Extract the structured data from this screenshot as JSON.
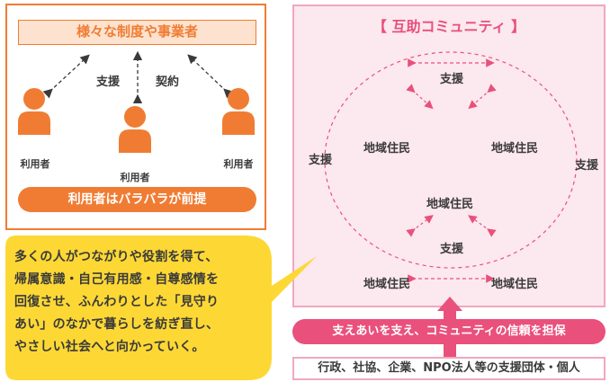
{
  "left": {
    "title": "様々な制度や事業者",
    "support_label": "支援",
    "contract_label": "契約",
    "users": [
      "利用者",
      "利用者",
      "利用者"
    ],
    "bottom_label": "利用者はバラバラが前提"
  },
  "speech_bubble": {
    "lines": [
      "多くの人がつながりや役割を得て、",
      "帰属意識・自己有用感・自尊感情を",
      "回復させ、ふんわりとした「見守り",
      "あい」のなかで暮らしを紡ぎ直し、",
      "やさしい社会へと向かっていく。"
    ]
  },
  "right": {
    "title": "【 互助コミュニティ 】",
    "residents": [
      "地域住民",
      "地域住民",
      "地域住民",
      "地域住民",
      "地域住民"
    ],
    "support_top": "支援",
    "support_bottom": "支援",
    "support_left": "支援",
    "support_right": "支援"
  },
  "bar_label": "支えあいを支え、コミュニティの信頼を担保",
  "bottom_label": "行政、社協、企業、NPO法人等の支援団体・個人",
  "colors": {
    "orange": "#f07c33",
    "orange_light": "#fde3cf",
    "pink": "#e9507c",
    "pink_light": "#fce8ef",
    "yellow": "#fdd835"
  }
}
